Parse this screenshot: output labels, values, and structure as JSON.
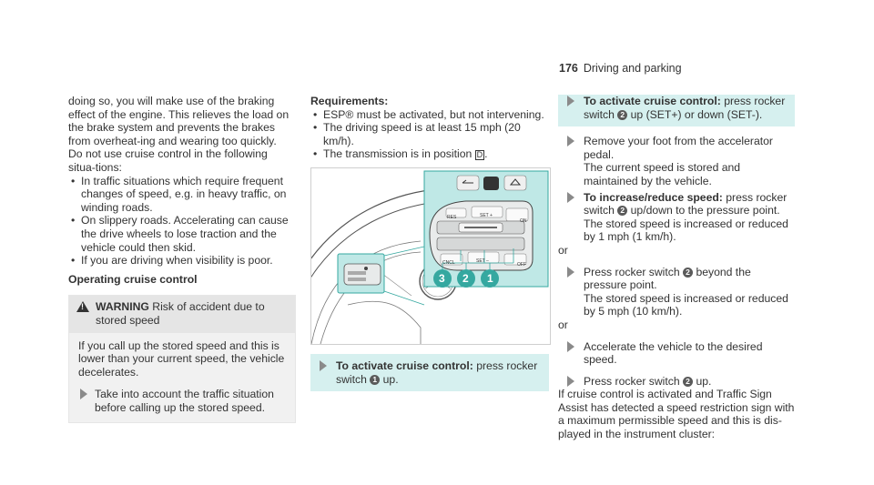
{
  "header": {
    "page_number": "176",
    "section": "Driving and parking"
  },
  "col1": {
    "intro": "doing so, you will make use of the braking effect of the engine. This relieves the load on the brake system and prevents the brakes from overheat-ing and wearing too quickly.",
    "caution": "Do not use cruise control in the following situa-tions:",
    "bullets": [
      "In traffic situations which require frequent changes of speed, e.g. in heavy traffic, on winding roads.",
      "On slippery roads. Accelerating can cause the drive wheels to lose traction and the vehicle could then skid.",
      "If you are driving when visibility is poor."
    ],
    "heading": "Operating cruise control",
    "warning": {
      "label": "WARNING",
      "title": "Risk of accident due to stored speed",
      "text": "If you call up the stored speed and this is lower than your current speed, the vehicle decelerates.",
      "step": "Take into account the traffic situation before calling up the stored speed."
    }
  },
  "col2": {
    "req_heading": "Requirements:",
    "req_items": [
      "ESP® must be activated, but not intervening.",
      "The driving speed is at least 15 mph (20 km/h).",
      "The transmission is in position"
    ],
    "gear": "D",
    "figure": {
      "labels": [
        "RES",
        "SET +",
        "CNCL",
        "SET –",
        "ON",
        "OFF"
      ],
      "callouts": [
        "3",
        "2",
        "1"
      ]
    },
    "step_bold": "To activate cruise control:",
    "step_pre": "press rocker switch",
    "step_num": "1",
    "step_post": "up."
  },
  "col3": {
    "s1_bold": "To activate cruise control:",
    "s1_pre": "press rocker switch",
    "s1_num": "2",
    "s1_post": "up (SET+) or down (SET-).",
    "s2": "Remove your foot from the accelerator pedal.",
    "s2b": "The current speed is stored and maintained by the vehicle.",
    "s3_bold": "To increase/reduce speed:",
    "s3_pre": "press rocker switch",
    "s3_num": "2",
    "s3_post": "up/down to the pressure point.",
    "s3b": "The stored speed is increased or reduced by 1 mph (1 km/h).",
    "or1": "or",
    "s4_pre": "Press rocker switch",
    "s4_num": "2",
    "s4_post": "beyond the pressure point.",
    "s4b": "The stored speed is increased or reduced by 5 mph (10 km/h).",
    "or2": "or",
    "s5": "Accelerate the vehicle to the desired speed.",
    "s6_pre": "Press rocker switch",
    "s6_num": "2",
    "s6_post": "up.",
    "final": "If cruise control is activated and Traffic Sign Assist has detected a speed restriction sign with a maximum permissible speed and this is dis-played in the instrument cluster:"
  }
}
